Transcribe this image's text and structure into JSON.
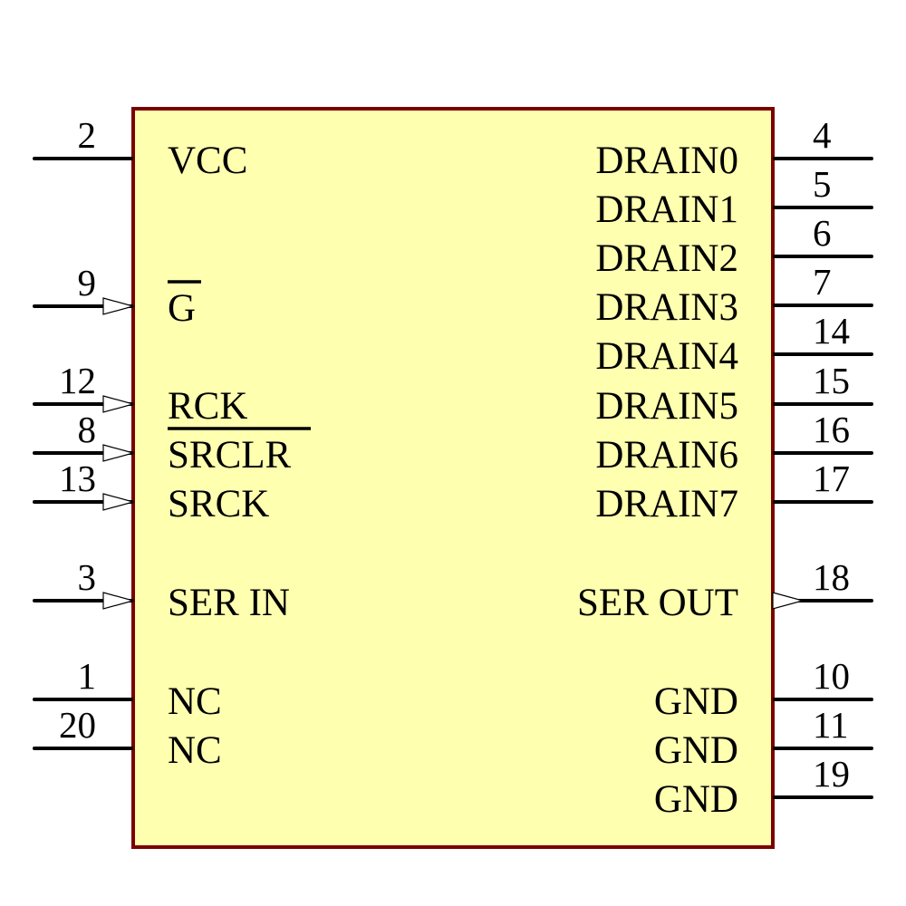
{
  "colors": {
    "body_fill": "#ffffb0",
    "body_stroke": "#7a0000",
    "pin": "#000000"
  },
  "pins": {
    "left": [
      {
        "number": "2",
        "name": "VCC",
        "clock": false,
        "inverted": false
      },
      {
        "number": "9",
        "name": "G",
        "clock": true,
        "inverted": true
      },
      {
        "number": "12",
        "name": "RCK",
        "clock": true,
        "inverted": false
      },
      {
        "number": "8",
        "name": "SRCLR",
        "clock": true,
        "inverted": true
      },
      {
        "number": "13",
        "name": "SRCK",
        "clock": true,
        "inverted": false
      },
      {
        "number": "3",
        "name": "SER IN",
        "clock": true,
        "inverted": false
      },
      {
        "number": "1",
        "name": "NC",
        "clock": false,
        "inverted": false
      },
      {
        "number": "20",
        "name": "NC",
        "clock": false,
        "inverted": false
      }
    ],
    "right": [
      {
        "number": "4",
        "name": "DRAIN0",
        "clock": false
      },
      {
        "number": "5",
        "name": "DRAIN1",
        "clock": false
      },
      {
        "number": "6",
        "name": "DRAIN2",
        "clock": false
      },
      {
        "number": "7",
        "name": "DRAIN3",
        "clock": false
      },
      {
        "number": "14",
        "name": "DRAIN4",
        "clock": false
      },
      {
        "number": "15",
        "name": "DRAIN5",
        "clock": false
      },
      {
        "number": "16",
        "name": "DRAIN6",
        "clock": false
      },
      {
        "number": "17",
        "name": "DRAIN7",
        "clock": false
      },
      {
        "number": "18",
        "name": "SER OUT",
        "clock": true
      },
      {
        "number": "10",
        "name": "GND",
        "clock": false
      },
      {
        "number": "11",
        "name": "GND",
        "clock": false
      },
      {
        "number": "19",
        "name": "GND",
        "clock": false
      }
    ]
  }
}
